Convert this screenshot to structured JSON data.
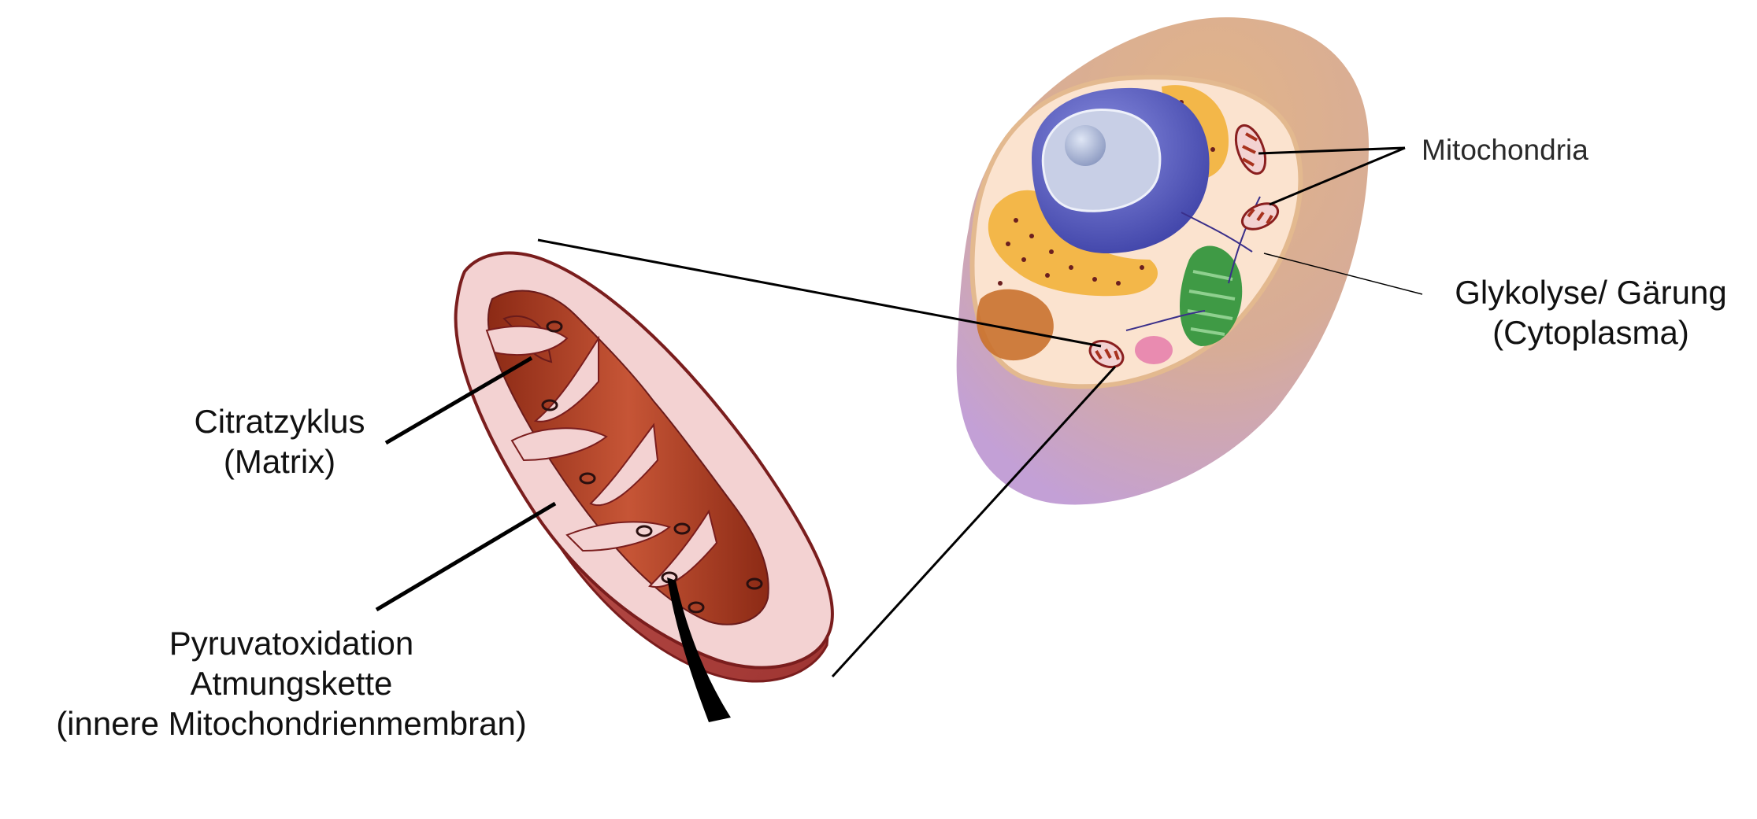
{
  "diagram": {
    "labels": {
      "mitochondria": "Mitochondria",
      "glycolysis": [
        "Glykolyse/ Gärung",
        "(Cytoplasma)"
      ],
      "citric_cycle": [
        "Citratzyklus",
        "(Matrix)"
      ],
      "pyruvate": [
        "Pyruvatoxidation",
        "Atmungskette",
        "(innere Mitochondrienmembran)"
      ]
    },
    "colors": {
      "mito_outer": "#f3d2d2",
      "mito_outline": "#7a1d1d",
      "mito_matrix": "#a8321e",
      "mito_side": "#b54a45",
      "cell_membrane": "#d9a97a",
      "cell_purple": "#c8a6d6",
      "nucleus": "#5a5bc0",
      "nucleolus": "#9aa9cc",
      "er_yellow": "#f2b13a",
      "golgi_green": "#3f9a45",
      "cytoplasm": "#fbe3cf"
    }
  }
}
